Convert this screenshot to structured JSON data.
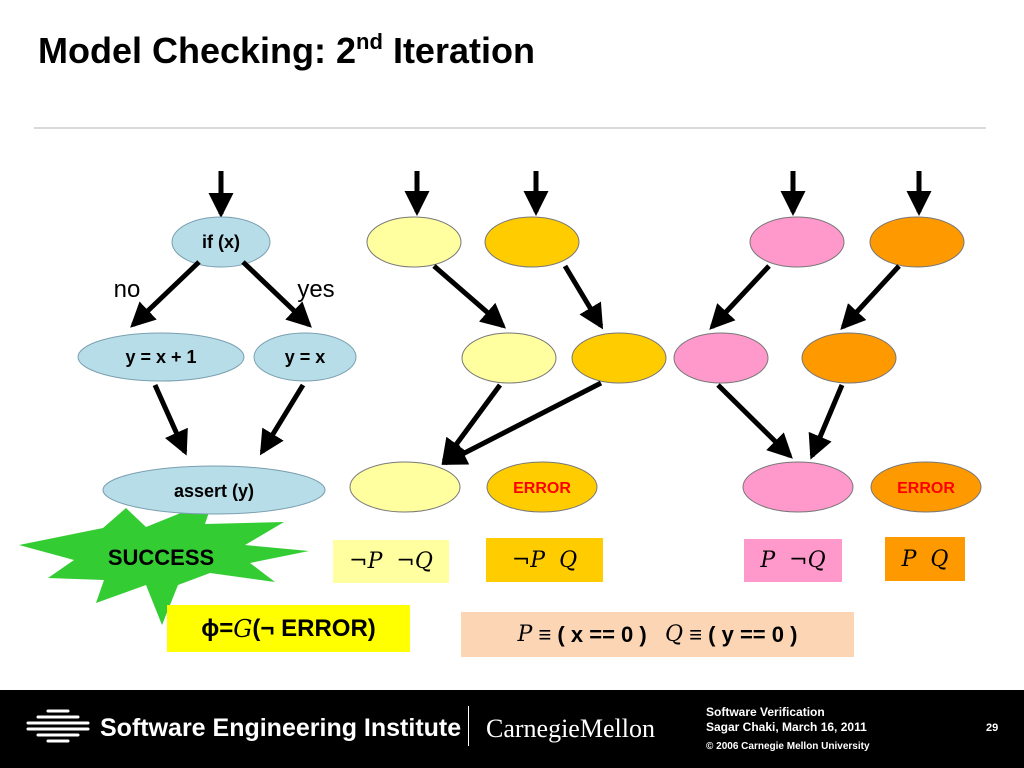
{
  "slide": {
    "title_main": "Model Checking: 2",
    "title_sup": "nd",
    "title_end": " Iteration"
  },
  "cfg": {
    "if_node": "if (x)",
    "no_label": "no",
    "yes_label": "yes",
    "else_node": "y = x + 1",
    "then_node": "y = x",
    "assert_node": "assert (y)",
    "success_label": "SUCCESS"
  },
  "abstract": {
    "error_label": "ERROR",
    "colors": {
      "notP_notQ": "#ffffa0",
      "notP_Q": "#ffcc00",
      "P_notQ": "#ff99cc",
      "P_Q": "#ff9900",
      "cfg_node": "#b6dde8",
      "success_star": "#33cc33"
    }
  },
  "predicate_boxes": {
    "notP_notQ": {
      "neg1": "¬",
      "p": "P",
      "neg2": "¬",
      "q": "Q"
    },
    "notP_Q": {
      "neg1": "¬",
      "p": "P",
      "q": "Q"
    },
    "P_notQ": {
      "p": "P",
      "neg2": "¬",
      "q": "Q"
    },
    "P_Q": {
      "p": "P",
      "q": "Q"
    }
  },
  "property": {
    "phi": "ϕ",
    "eq": " = ",
    "G": "G",
    "body": "(¬ ERROR)"
  },
  "definitions": {
    "P": "P",
    "P_def": "≡ ( x == 0 )",
    "Q": "Q",
    "Q_def": "≡ ( y == 0 )"
  },
  "footer": {
    "institute": "Software Engineering Institute",
    "university": "CarnegieMellon",
    "course": "Software Verification",
    "author_date": "Sagar Chaki, March 16, 2011",
    "copyright": "© 2006 Carnegie Mellon University",
    "page_number": "29"
  }
}
